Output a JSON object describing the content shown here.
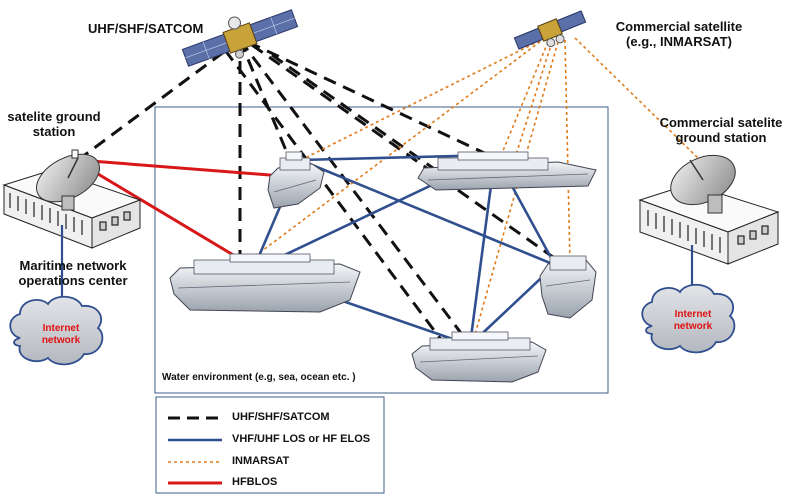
{
  "labels": {
    "sat_military": "UHF/SHF/SATCOM",
    "sat_commercial_line1": "Commercial satellite",
    "sat_commercial_line2": "(e.g., INMARSAT)",
    "ground_left_line1": "satelite ground",
    "ground_left_line2": "station",
    "ground_right_line1": "Commercial satelite",
    "ground_right_line2": "ground station",
    "noc_line1": "Maritime network",
    "noc_line2": "operations center",
    "internet_left_line1": "Internet",
    "internet_left_line2": "network",
    "internet_right_line1": "Internet",
    "internet_right_line2": "network",
    "water": "Water environment (e.g, sea, ocean etc. )"
  },
  "legend": {
    "items": [
      {
        "label": "UHF/SHF/SATCOM",
        "style": "black-dashed"
      },
      {
        "label": "VHF/UHF LOS or HF ELOS",
        "style": "blue-solid"
      },
      {
        "label": "INMARSAT",
        "style": "orange-dotted"
      },
      {
        "label": "HFBLOS",
        "style": "red-solid"
      }
    ]
  },
  "colors": {
    "satcom": "#111111",
    "vhf": "#2f4f8f",
    "inmarsat": "#e07b1a",
    "hfblos": "#d81818",
    "cloud": "#c9ccd1",
    "internet_text": "#e01010"
  }
}
